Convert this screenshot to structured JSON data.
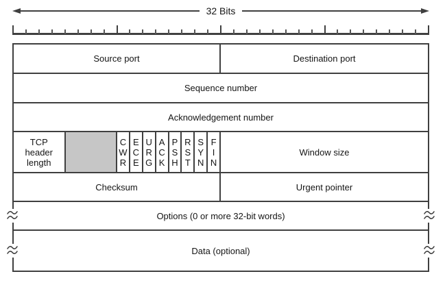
{
  "bits_label": "32 Bits",
  "colors": {
    "line": "#3f3f3f",
    "tick": "#555555",
    "reserved": "#c6c6c6",
    "background": "#ffffff",
    "text": "#141414"
  },
  "ruler": {
    "total_bits": 32,
    "major_every": 8
  },
  "rows": [
    {
      "id": "ports",
      "height": 43,
      "torn": false,
      "cells": [
        {
          "id": "source-port",
          "label": "Source port",
          "bits": 16
        },
        {
          "id": "destination-port",
          "label": "Destination port",
          "bits": 16
        }
      ]
    },
    {
      "id": "sequence",
      "height": 43,
      "torn": false,
      "cells": [
        {
          "id": "sequence-number",
          "label": "Sequence number",
          "bits": 32
        }
      ]
    },
    {
      "id": "acknowledgement",
      "height": 42,
      "torn": false,
      "cells": [
        {
          "id": "acknowledgement-number",
          "label": "Acknowledgement number",
          "bits": 32
        }
      ]
    },
    {
      "id": "flags",
      "height": 60,
      "torn": false,
      "cells": [
        {
          "id": "tcp-header-length",
          "label": "TCP header length",
          "bits": 4,
          "multiline": true
        },
        {
          "id": "reserved",
          "label": "",
          "bits": 4,
          "reserved": true
        },
        {
          "id": "flag-cwr",
          "label": "CWR",
          "bits": 1,
          "vertical": true
        },
        {
          "id": "flag-ece",
          "label": "ECE",
          "bits": 1,
          "vertical": true
        },
        {
          "id": "flag-urg",
          "label": "URG",
          "bits": 1,
          "vertical": true
        },
        {
          "id": "flag-ack",
          "label": "ACK",
          "bits": 1,
          "vertical": true
        },
        {
          "id": "flag-psh",
          "label": "PSH",
          "bits": 1,
          "vertical": true
        },
        {
          "id": "flag-rst",
          "label": "RST",
          "bits": 1,
          "vertical": true
        },
        {
          "id": "flag-syn",
          "label": "SYN",
          "bits": 1,
          "vertical": true
        },
        {
          "id": "flag-fin",
          "label": "FIN",
          "bits": 1,
          "vertical": true
        },
        {
          "id": "window-size",
          "label": "Window size",
          "bits": 16
        }
      ]
    },
    {
      "id": "checksum",
      "height": 42,
      "torn": false,
      "cells": [
        {
          "id": "checksum",
          "label": "Checksum",
          "bits": 16
        },
        {
          "id": "urgent-pointer",
          "label": "Urgent pointer",
          "bits": 16
        }
      ]
    },
    {
      "id": "options",
      "height": 42,
      "torn": true,
      "cells": [
        {
          "id": "options",
          "label": "Options (0 or more 32-bit words)",
          "bits": 32
        }
      ]
    },
    {
      "id": "data",
      "height": 58,
      "torn": true,
      "cells": [
        {
          "id": "data",
          "label": "Data (optional)",
          "bits": 32
        }
      ]
    }
  ]
}
